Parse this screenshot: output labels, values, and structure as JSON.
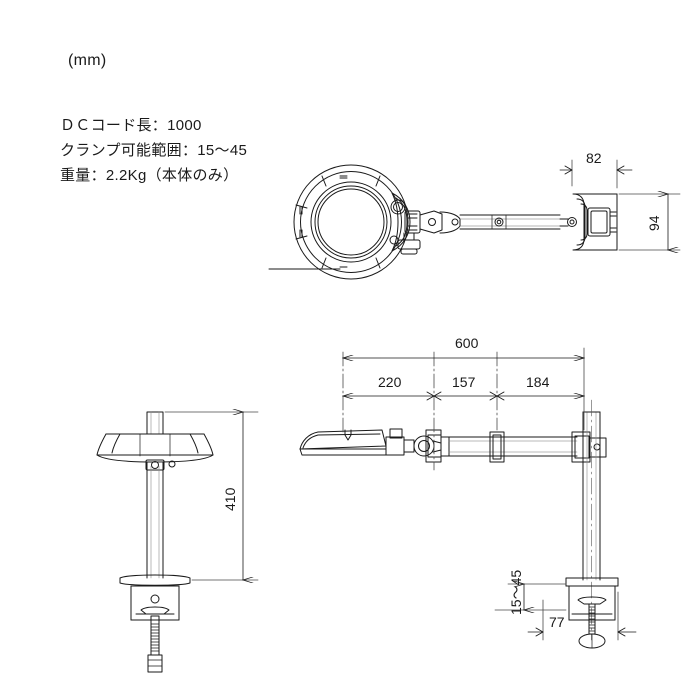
{
  "drawing": {
    "unit_label": "(mm)",
    "title_hidden": "",
    "notes": [
      "ＤＣコード長：1000",
      "クランプ可能範囲：15〜45",
      "重量：2.2Kg（本体のみ）"
    ],
    "line_color": "#1a1a1a"
  },
  "dimensions": {
    "head_width_top": "82",
    "mount_height_top": "94",
    "reach_total": "600",
    "reach_seg1": "220",
    "reach_seg2": "157",
    "reach_seg3": "184",
    "post_height": "410",
    "clamp_range": "15〜45",
    "clamp_depth": "77"
  },
  "views": {
    "top_view_name": "top-view-lamp-head-and-arm",
    "front_view_name": "front-view-post-and-clamp",
    "side_view_name": "side-view-arm-assembly"
  }
}
